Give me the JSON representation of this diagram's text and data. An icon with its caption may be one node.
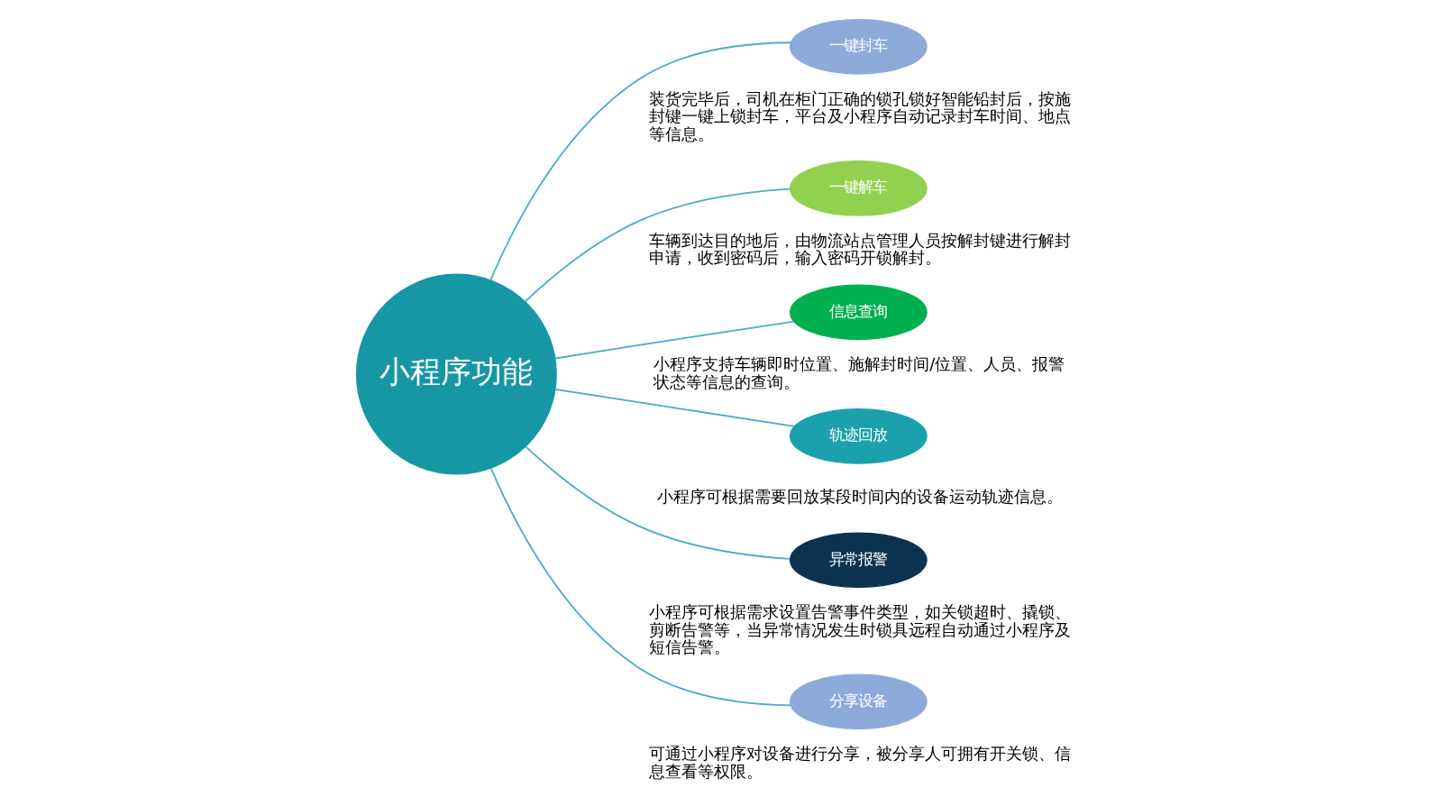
{
  "diagram": {
    "nodes": [
      {
        "text": [
          "小程序功能"
        ]
      },
      {
        "text": [
          "一键封车"
        ],
        "beside": [
          "装货完毕后，司机在柜门正确的锁孔锁好智能铅封后，按施封键一键上锁封车，平台及小程序自动记录封车时间、地点等信息。"
        ]
      },
      {
        "text": [
          "一键解车"
        ],
        "beside": [
          "车辆到达目的地后，由物流站点管理人员按解封键进行解封申请，收到密码后，输入密码开锁解封。"
        ]
      },
      {
        "text": [
          "信息查询"
        ],
        "beside": [
          "小程序支持车辆即时位置、施解封时间/位置、人员、报警状态等信息的查询。"
        ]
      },
      {
        "text": [
          "轨迹回放"
        ],
        "beside": [
          "小程序可根据需要回放某段时间内的设备运动轨迹信息。"
        ]
      },
      {
        "text": [
          "异常报警"
        ],
        "beside": [
          "小程序可根据需求设置告警事件类型，如关锁超时、撬锁、剪断告警等，当异常情况发生时锁具远程自动通过小程序及短信告警。"
        ]
      },
      {
        "text": [
          "分享设备"
        ],
        "beside": [
          "可通过小程序对设备进行分享，被分享人可拥有开关锁、信息查看等权限。"
        ]
      }
    ],
    "edges": [
      {
        "from": 0,
        "to": 1,
        "arrow": "none"
      },
      {
        "from": 0,
        "to": 2,
        "arrow": "none"
      },
      {
        "from": 0,
        "to": 3,
        "arrow": "none"
      },
      {
        "from": 0,
        "to": 4,
        "arrow": "none"
      },
      {
        "from": 0,
        "to": 5,
        "arrow": "none"
      },
      {
        "from": 0,
        "to": 6,
        "arrow": "none"
      }
    ]
  }
}
